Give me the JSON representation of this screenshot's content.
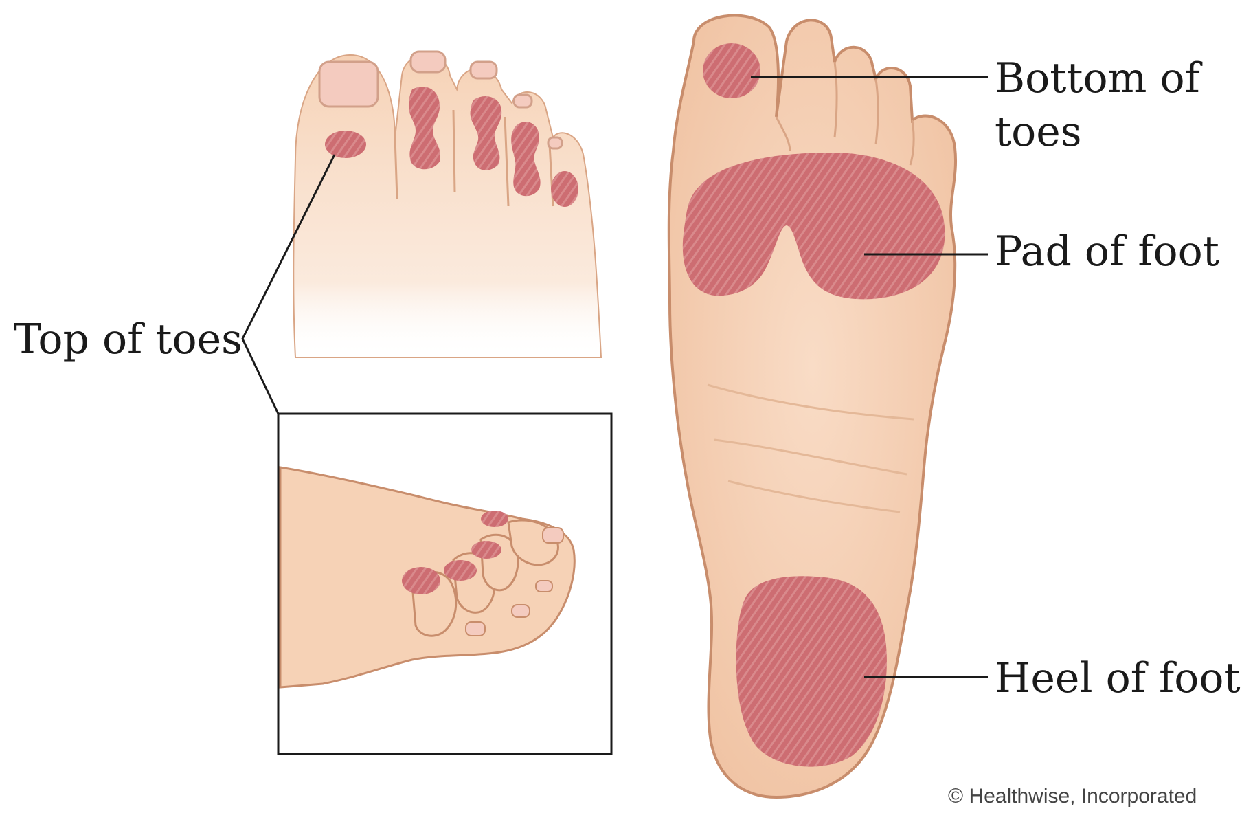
{
  "labels": {
    "top_of_toes": "Top of toes",
    "bottom_of_toes_line1": "Bottom of",
    "bottom_of_toes_line2": "toes",
    "pad_of_foot": "Pad of foot",
    "heel_of_foot": "Heel of foot"
  },
  "credit": "© Healthwise, Incorporated",
  "colors": {
    "skin": "#f6d2b6",
    "skin_shade": "#e9b493",
    "outline": "#c88d6c",
    "nail": "#f3c7be",
    "highlight_area": "#c96a6e",
    "leader_line": "#1a1a1a"
  }
}
